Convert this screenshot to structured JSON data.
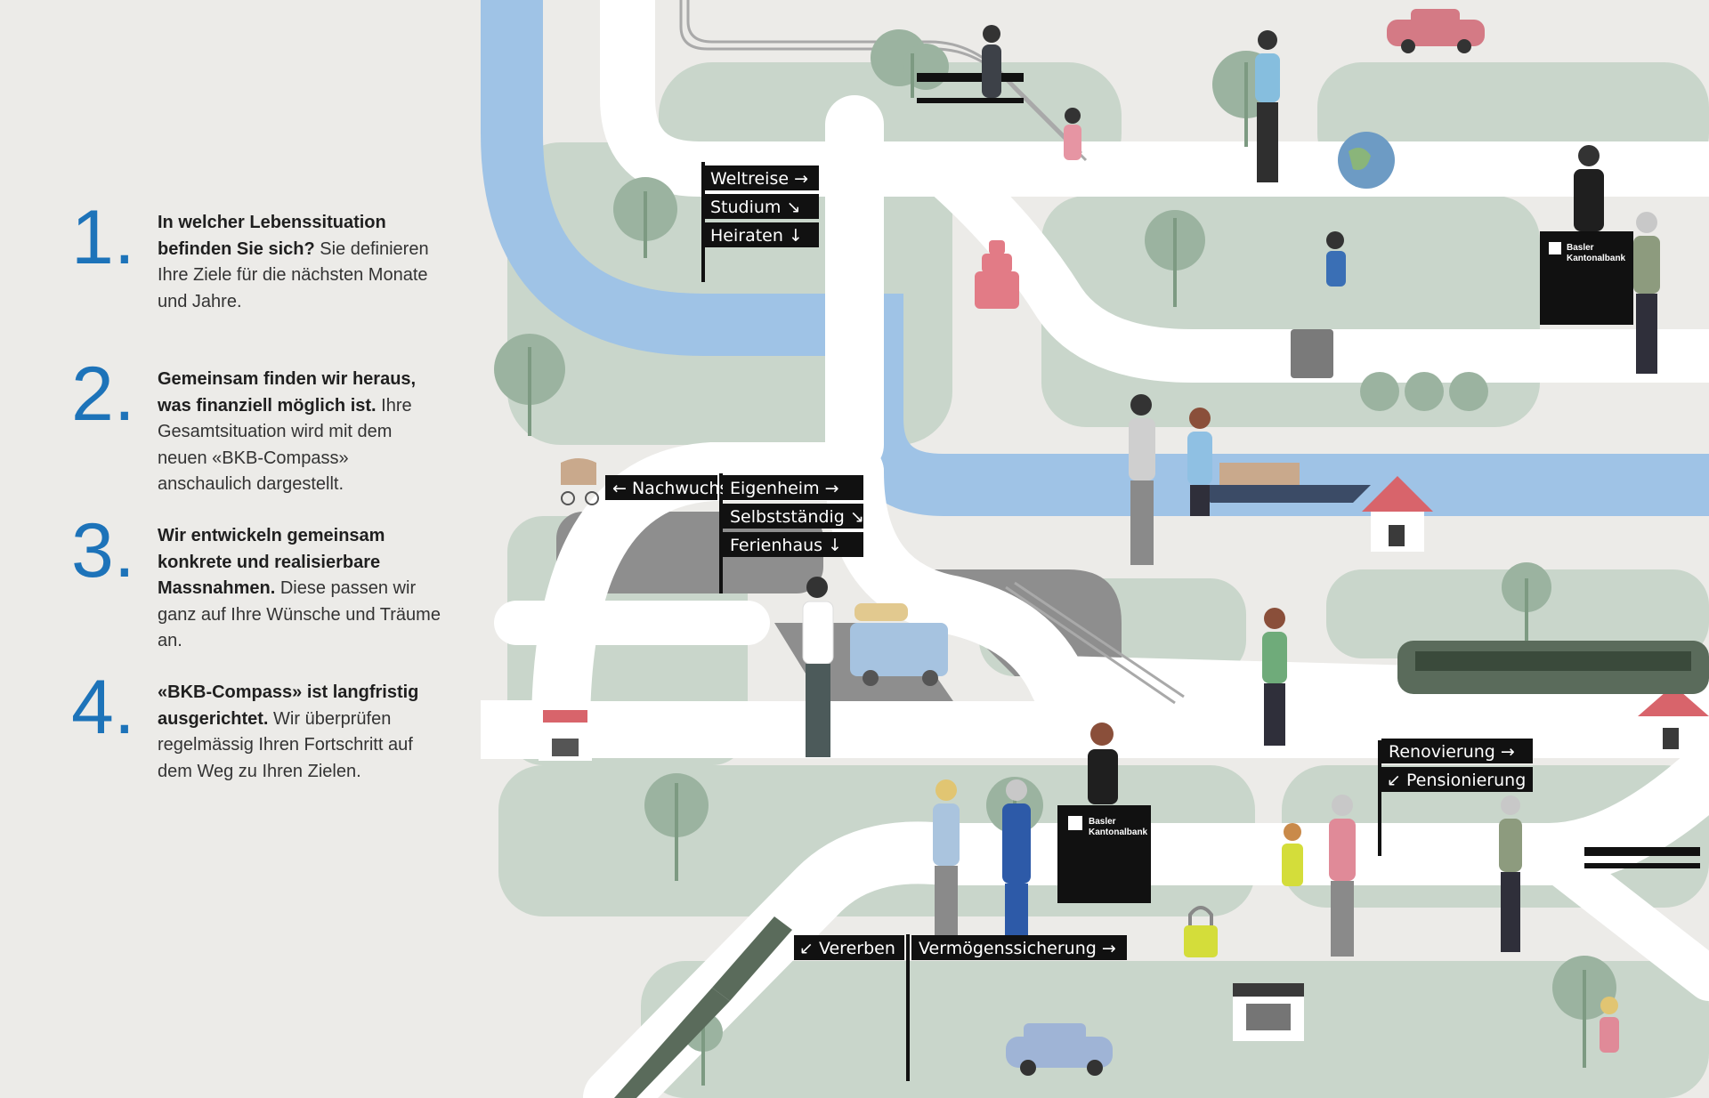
{
  "steps": [
    {
      "number": "1.",
      "bold": "In welcher Lebenssituation befinden Sie sich?",
      "text": " Sie definieren Ihre Ziele für die nächsten Monate und Jahre."
    },
    {
      "number": "2.",
      "bold": "Gemeinsam finden wir heraus, was finanziell möglich ist.",
      "text": " Ihre Gesamtsituation wird mit dem neuen «BKB-Compass» anschaulich dargestellt."
    },
    {
      "number": "3.",
      "bold": "Wir entwickeln gemeinsam konkrete und realisierbare Massnahmen.",
      "text": " Diese passen wir ganz auf Ihre Wünsche und Träume an."
    },
    {
      "number": "4.",
      "bold": "«BKB-Compass» ist langfristig ausgerichtet.",
      "text": " Wir überprüfen regelmässig Ihren Fortschritt auf dem Weg zu Ihren Zielen."
    }
  ],
  "signs": {
    "weltreise": "Weltreise",
    "studium": "Studium",
    "heiraten": "Heiraten",
    "nachwuchs": "Nachwuchs",
    "eigenheim": "Eigenheim",
    "selbststaendig": "Selbstständig",
    "ferienhaus": "Ferienhaus",
    "renovierung": "Renovierung",
    "pensionierung": "Pensionierung",
    "vererben": "Vererben",
    "vermoegenssicherung": "Vermögenssicherung"
  },
  "bank": {
    "line1": "Basler",
    "line2": "Kantonalbank"
  },
  "icons": {
    "arrow_right": "→",
    "arrow_down": "↓",
    "arrow_down_right": "↘",
    "arrow_left": "←",
    "arrow_down_left": "↙"
  },
  "colors": {
    "accent": "#1d73b9",
    "road": "#ffffff",
    "grass": "#c9d6cb",
    "water": "#9fc3e6",
    "sign": "#111111",
    "background": "#ecebe8"
  }
}
